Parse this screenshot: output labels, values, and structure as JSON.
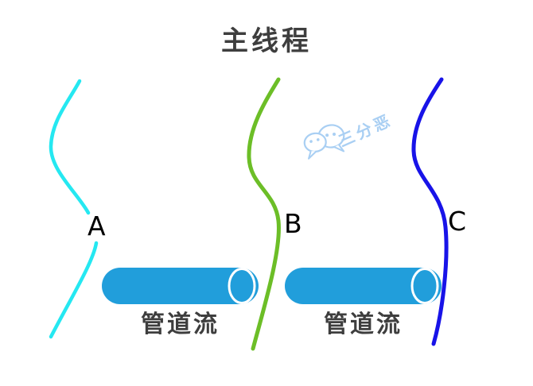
{
  "title": "主线程",
  "colors": {
    "curve_a": "#25E8F1",
    "curve_b": "#6CBE27",
    "curve_c": "#1813E8",
    "pipe": "#219EDB",
    "pipe_cap_outline": "#FFFFFF",
    "watermark": "#A9CFF3",
    "text": "#3E3E3E",
    "label": "#000000"
  },
  "curves": [
    {
      "label": "A",
      "color": "#25E8F1"
    },
    {
      "label": "B",
      "color": "#6CBE27"
    },
    {
      "label": "C",
      "color": "#1813E8"
    }
  ],
  "pipes": [
    {
      "label": "管道流"
    },
    {
      "label": "管道流"
    }
  ],
  "watermark": {
    "text": "三分恶",
    "icon": "wechat-icon"
  }
}
